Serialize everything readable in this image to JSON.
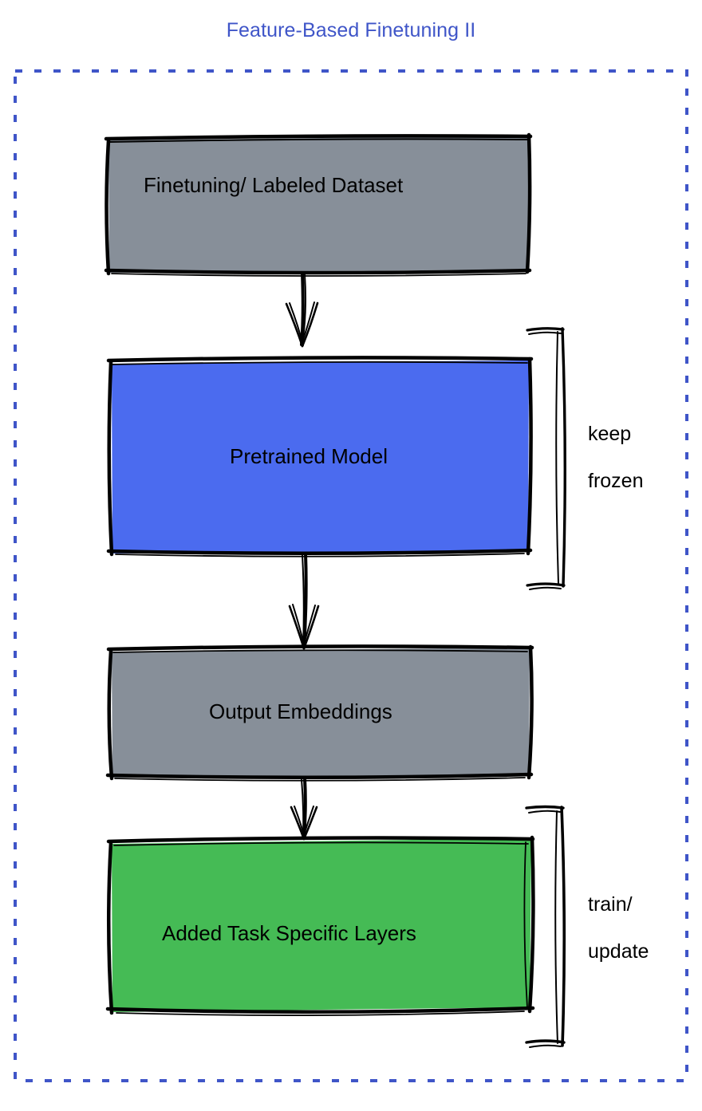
{
  "title": "Feature-Based Finetuning II",
  "colors": {
    "title_blue": "#3f55c8",
    "frame_dashed_blue": "#3f55c8",
    "gray_box": "#878f99",
    "blue_box": "#4b6bef",
    "green_box": "#45bb55",
    "stroke": "#000000",
    "background": "#ffffff"
  },
  "frame": {
    "name": "dashed-boundary",
    "style": "dashed",
    "color": "#3f55c8"
  },
  "nodes": [
    {
      "id": "dataset",
      "label": "Finetuning/ Labeled Dataset",
      "fill": "#878f99",
      "shape": "rectangle"
    },
    {
      "id": "pretrained",
      "label": "Pretrained Model",
      "fill": "#4b6bef",
      "shape": "rectangle"
    },
    {
      "id": "embeddings",
      "label": "Output Embeddings",
      "fill": "#878f99",
      "shape": "rectangle"
    },
    {
      "id": "task_layers",
      "label": "Added Task Specific Layers",
      "fill": "#45bb55",
      "shape": "rectangle"
    }
  ],
  "edges": [
    {
      "from": "dataset",
      "to": "pretrained",
      "style": "arrow-down"
    },
    {
      "from": "pretrained",
      "to": "embeddings",
      "style": "arrow-down"
    },
    {
      "from": "embeddings",
      "to": "task_layers",
      "style": "arrow-down"
    }
  ],
  "annotations": [
    {
      "id": "keep-frozen",
      "line1": "keep",
      "line2": "frozen",
      "target": "pretrained",
      "bracket": "right-brace"
    },
    {
      "id": "train-update",
      "line1": "train/",
      "line2": "update",
      "target": "task_layers",
      "bracket": "right-brace"
    }
  ]
}
